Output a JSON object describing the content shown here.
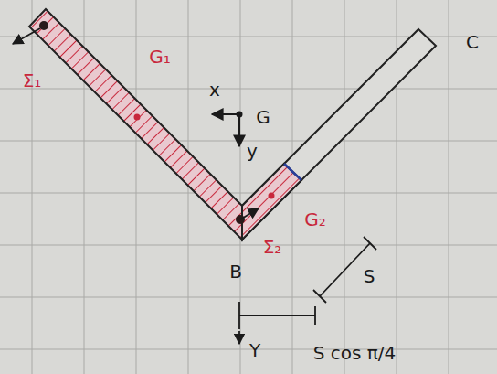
{
  "diagram": {
    "labels": [
      "Σ₁",
      "G₁",
      "x",
      "G",
      "y",
      "G₂",
      "Σ₂",
      "B",
      "C",
      "S",
      "Y",
      "S cos π/4"
    ]
  }
}
